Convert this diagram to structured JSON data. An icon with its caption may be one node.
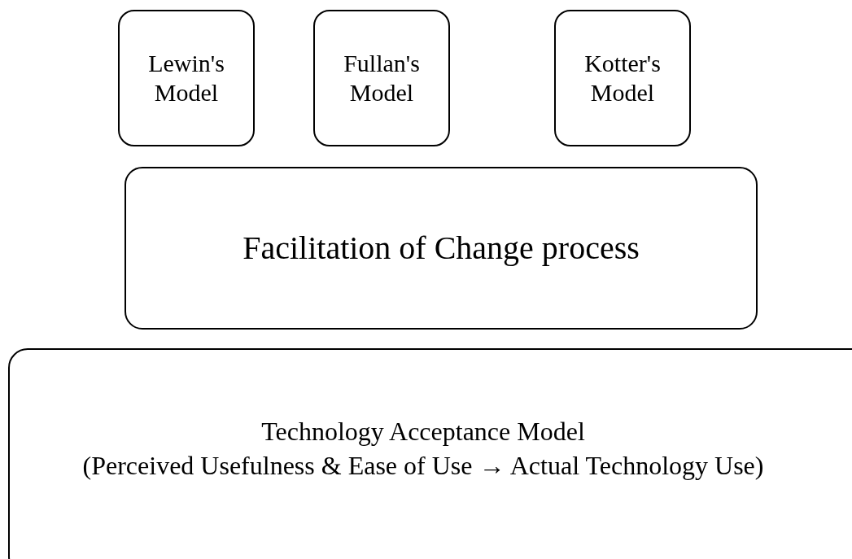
{
  "diagram": {
    "nodes": [
      {
        "text": [
          "Lewin's Model"
        ]
      },
      {
        "text": [
          "Fullan's Model"
        ]
      },
      {
        "text": [
          "Kotter's Model"
        ]
      },
      {
        "text": [
          "Facilitation of Change process"
        ]
      },
      {
        "text": [
          "Technology Acceptance Model",
          "(Perceived Usefulness & Ease of Use → Actual Technology Use)"
        ]
      }
    ]
  }
}
